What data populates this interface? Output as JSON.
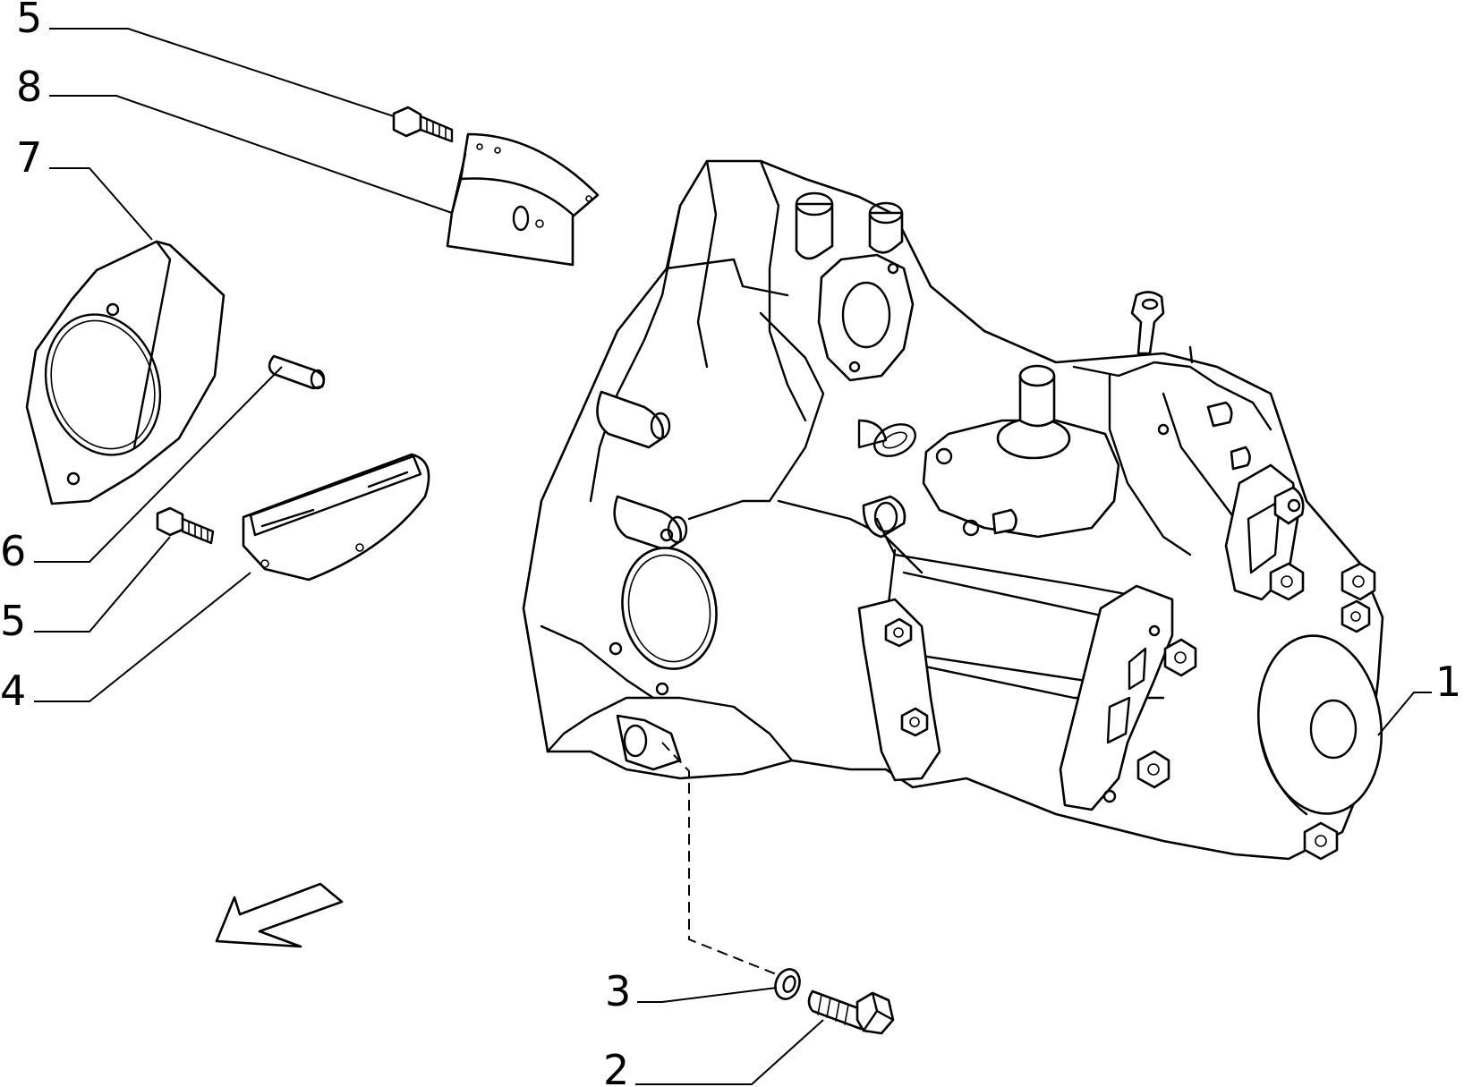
{
  "diagram": {
    "callouts": [
      {
        "id": "c5a",
        "label": "5"
      },
      {
        "id": "c8",
        "label": "8"
      },
      {
        "id": "c7",
        "label": "7"
      },
      {
        "id": "c6",
        "label": "6"
      },
      {
        "id": "c5b",
        "label": "5"
      },
      {
        "id": "c4",
        "label": "4"
      },
      {
        "id": "c1",
        "label": "1"
      },
      {
        "id": "c3",
        "label": "3"
      },
      {
        "id": "c2",
        "label": "2"
      }
    ],
    "colors": {
      "line": "#000000",
      "background": "#ffffff"
    },
    "icons": [
      "direction-arrow-icon"
    ]
  }
}
